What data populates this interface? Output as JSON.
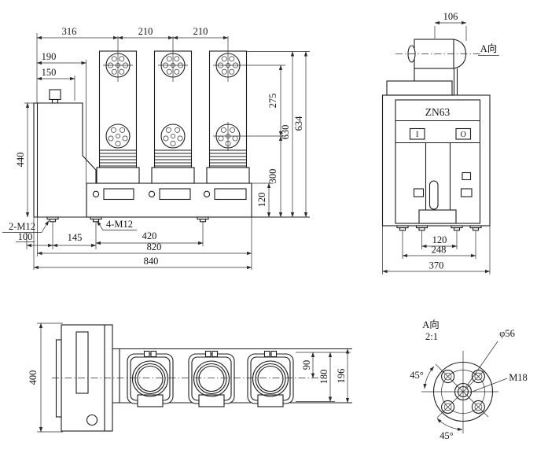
{
  "labels": {
    "model": "ZN63",
    "close_symbol": "I",
    "open_symbol": "O"
  },
  "front_view": {
    "dims": {
      "w316": "316",
      "w210a": "210",
      "w210b": "210",
      "w190": "190",
      "w150": "150",
      "h440": "440",
      "h275": "275",
      "h630": "630",
      "h634": "634",
      "h300": "300",
      "h120": "120",
      "note_2m12": "2-M12",
      "note_4m12": "4-M12",
      "w100": "100",
      "w145": "145",
      "w420": "420",
      "w820": "820",
      "w840": "840"
    }
  },
  "side_view": {
    "view_label": "A向",
    "dims": {
      "w106": "106",
      "w120": "120",
      "w248": "248",
      "w370": "370"
    }
  },
  "plan_view": {
    "dims": {
      "h400": "400",
      "d90": "90",
      "d180": "180",
      "d196": "196"
    }
  },
  "detail_view": {
    "title": "A向",
    "scale": "2:1",
    "bolt_circle": "φ56",
    "thread": "M18",
    "angle_top": "45°",
    "angle_bottom": "45°"
  }
}
